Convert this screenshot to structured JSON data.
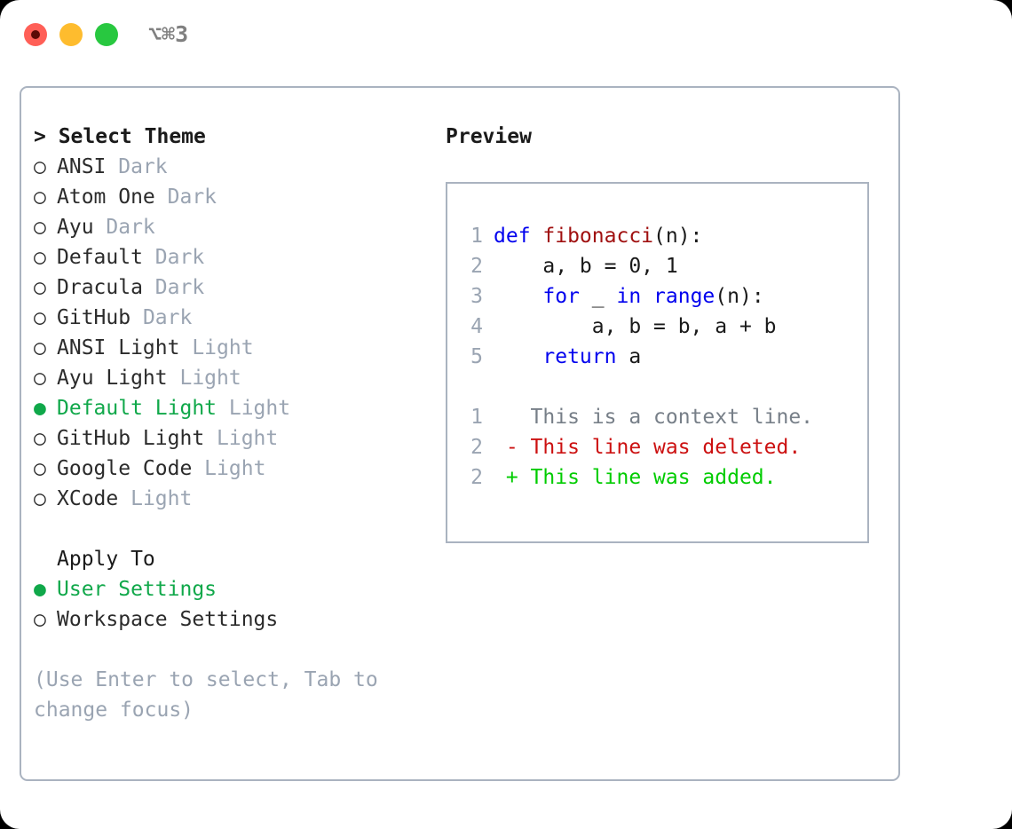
{
  "titlebar": {
    "shortcut": "⌥⌘3",
    "buttons": [
      {
        "name": "close",
        "color": "#ff5f57"
      },
      {
        "name": "minimize",
        "color": "#febc2e"
      },
      {
        "name": "maximize",
        "color": "#28c840"
      }
    ]
  },
  "colors": {
    "selected_green": "#10a84a",
    "muted_gray": "#9aa4b2",
    "border": "#aab3c0",
    "keyword_blue": "#0000ee",
    "function_red": "#a01010",
    "diff_delete": "#cc1111",
    "diff_add": "#00cc00"
  },
  "theme_picker": {
    "title": "> Select Theme",
    "selected_marker": "●",
    "unselected_marker": "○",
    "items": [
      {
        "marker": "○",
        "label": "ANSI",
        "suffix": "Dark",
        "selected": false
      },
      {
        "marker": "○",
        "label": "Atom One",
        "suffix": "Dark",
        "selected": false
      },
      {
        "marker": "○",
        "label": "Ayu",
        "suffix": "Dark",
        "selected": false
      },
      {
        "marker": "○",
        "label": "Default",
        "suffix": "Dark",
        "selected": false
      },
      {
        "marker": "○",
        "label": "Dracula",
        "suffix": "Dark",
        "selected": false
      },
      {
        "marker": "○",
        "label": "GitHub",
        "suffix": "Dark",
        "selected": false
      },
      {
        "marker": "○",
        "label": "ANSI Light",
        "suffix": "Light",
        "selected": false
      },
      {
        "marker": "○",
        "label": "Ayu Light",
        "suffix": "Light",
        "selected": false
      },
      {
        "marker": "●",
        "label": "Default Light",
        "suffix": "Light",
        "selected": true
      },
      {
        "marker": "○",
        "label": "GitHub Light",
        "suffix": "Light",
        "selected": false
      },
      {
        "marker": "○",
        "label": "Google Code",
        "suffix": "Light",
        "selected": false
      },
      {
        "marker": "○",
        "label": "XCode",
        "suffix": "Light",
        "selected": false
      }
    ]
  },
  "apply_to": {
    "title": "Apply To",
    "items": [
      {
        "marker": "●",
        "label": "User Settings",
        "selected": true
      },
      {
        "marker": "○",
        "label": "Workspace Settings",
        "selected": false
      }
    ]
  },
  "hint": "(Use Enter to select, Tab to change focus)",
  "preview": {
    "title": "Preview",
    "code_lines": [
      {
        "num": "1",
        "tokens": [
          {
            "t": "def ",
            "c": "kw"
          },
          {
            "t": "fibonacci",
            "c": "fn"
          },
          {
            "t": "(n):",
            "c": "plain"
          }
        ]
      },
      {
        "num": "2",
        "tokens": [
          {
            "t": "    a, b = 0, 1",
            "c": "plain"
          }
        ]
      },
      {
        "num": "3",
        "tokens": [
          {
            "t": "    ",
            "c": "plain"
          },
          {
            "t": "for",
            "c": "kw"
          },
          {
            "t": " _ ",
            "c": "plain"
          },
          {
            "t": "in",
            "c": "kw"
          },
          {
            "t": " ",
            "c": "plain"
          },
          {
            "t": "range",
            "c": "kw"
          },
          {
            "t": "(n):",
            "c": "plain"
          }
        ]
      },
      {
        "num": "4",
        "tokens": [
          {
            "t": "        a, b = b, a + b",
            "c": "plain"
          }
        ]
      },
      {
        "num": "5",
        "tokens": [
          {
            "t": "    ",
            "c": "plain"
          },
          {
            "t": "return",
            "c": "kw"
          },
          {
            "t": " a",
            "c": "plain"
          }
        ]
      }
    ],
    "diff_lines": [
      {
        "num": "1",
        "text": "   This is a context line.",
        "kind": "ctx"
      },
      {
        "num": "2",
        "text": " - This line was deleted.",
        "kind": "del"
      },
      {
        "num": "2",
        "text": " + This line was added.",
        "kind": "add"
      }
    ]
  }
}
